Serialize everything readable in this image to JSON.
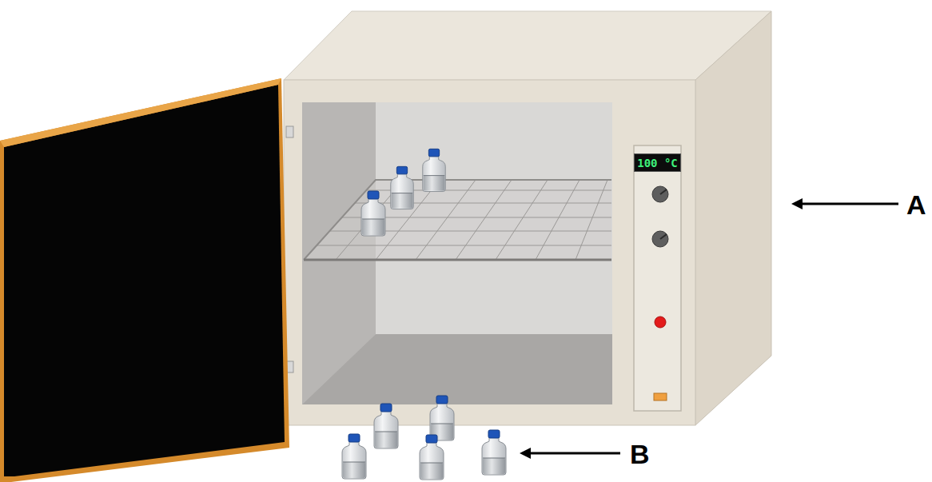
{
  "diagram": {
    "nodes": [
      {
        "text": [
          "100 °C"
        ]
      }
    ],
    "labels": [
      "A",
      "B"
    ]
  }
}
